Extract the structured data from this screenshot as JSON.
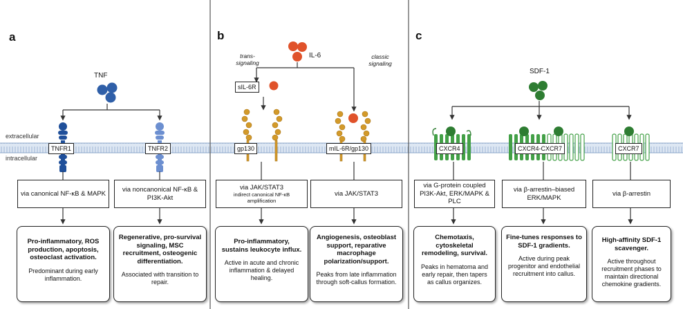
{
  "panels": {
    "a": {
      "letter": "a",
      "ligand": "TNF",
      "receptors": [
        "TNFR1",
        "TNFR2"
      ],
      "pathways": [
        {
          "text": "via canonical NF-κB & MAPK"
        },
        {
          "text": "via  noncanonical NF-κB & PI3K-Akt"
        }
      ],
      "outcomes": [
        {
          "main": "Pro-inflammatory, ROS production, apoptosis, osteoclast activation.",
          "sub": "Predominant during early inflammation."
        },
        {
          "main": "Regenerative, pro-survival signaling, MSC recruitment, osteogenic differentiation.",
          "sub": "Associated with transition to repair."
        }
      ]
    },
    "b": {
      "letter": "b",
      "ligand": "IL-6",
      "trans_label": "trans-\nsignaling",
      "classic_label": "classic\nsignaling",
      "soluble_receptor": "sIL-6R",
      "receptors": [
        "gp130",
        "mIL-6R/gp130"
      ],
      "pathways": [
        {
          "text": "via JAK/STAT3",
          "small": "indirect canonical NF-κB amplification"
        },
        {
          "text": "via JAK/STAT3"
        }
      ],
      "outcomes": [
        {
          "main": "Pro-inflammatory, sustains leukocyte influx.",
          "sub": "Active in acute and chronic inflammation & delayed healing."
        },
        {
          "main": "Angiogenesis, osteoblast support, reparative macrophage polarization/support.",
          "sub": "Peaks from late inflammation through soft-callus formation."
        }
      ]
    },
    "c": {
      "letter": "c",
      "ligand": "SDF-1",
      "receptors": [
        "CXCR4",
        "CXCR4-CXCR7",
        "CXCR7"
      ],
      "pathways": [
        {
          "text": "via G-protein coupled PI3K-Akt, ERK/MAPK & PLC"
        },
        {
          "text": "via β-arrestin–biased ERK/MAPK"
        },
        {
          "text": "via β-arrestin"
        }
      ],
      "outcomes": [
        {
          "main": "Chemotaxis, cytoskeletal remodeling, survival.",
          "sub": "Peaks in hematoma and early repair, then tapers as callus organizes."
        },
        {
          "main": "Fine-tunes responses to SDF-1 gradients.",
          "sub": "Active during peak progenitor and endothelial recruitment into callus."
        },
        {
          "main": "High-affinity SDF-1 scavenger.",
          "sub": "Active throughout recruitment phases to maintain directional chemokine gradients."
        }
      ]
    }
  },
  "membrane": {
    "extracellular": "extracellular",
    "intracellular": "intracellular"
  },
  "colors": {
    "tnf": "#2f5fa8",
    "tnfr1": "#1f4f9a",
    "tnfr2": "#6c8fd0",
    "il6": "#e0522a",
    "gp130": "#d39a2a",
    "sdf1": "#2e7d32",
    "cxcr": "#43a047",
    "membrane": "#b9cce3",
    "panel_divider": "#555555"
  }
}
